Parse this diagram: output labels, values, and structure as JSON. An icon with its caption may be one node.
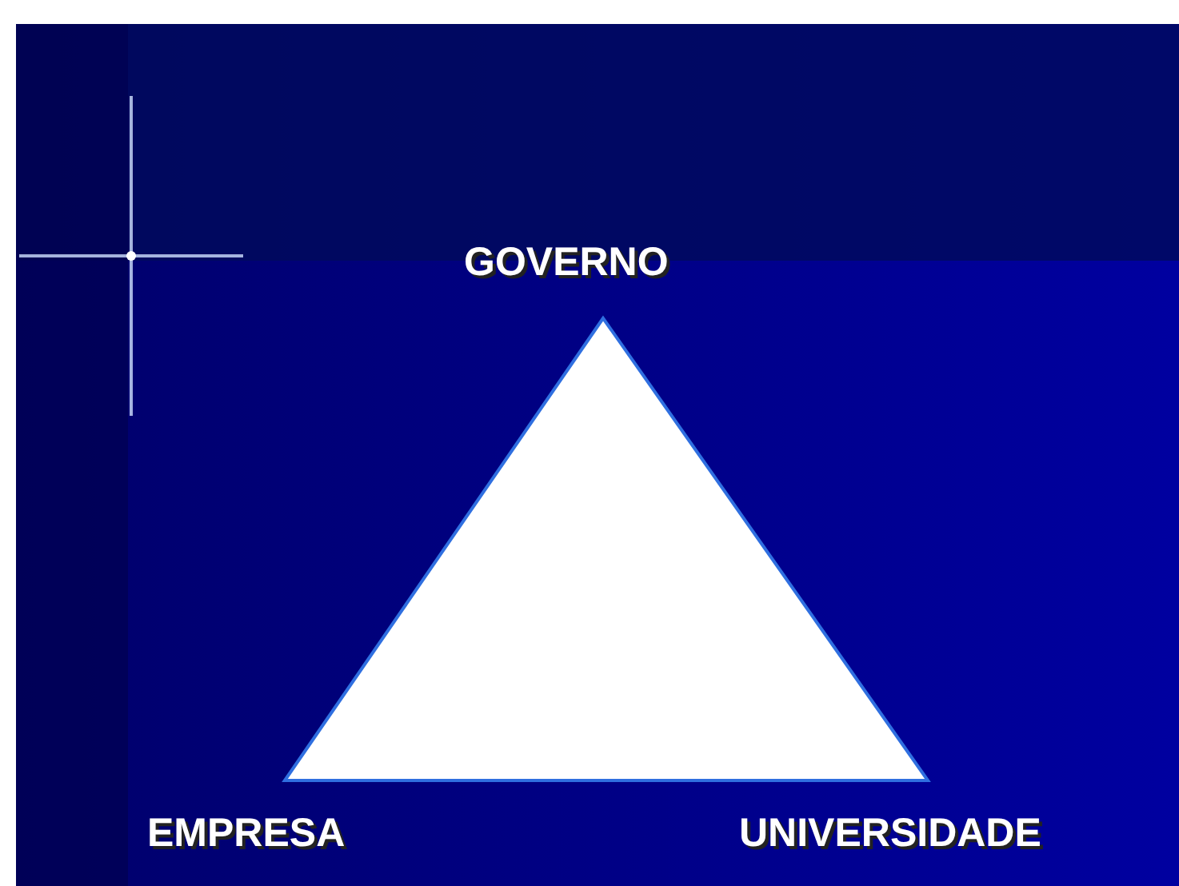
{
  "diagram": {
    "nodes": [
      {
        "text": [],
        "shape": "triangle"
      }
    ],
    "labels": [
      "GOVERNO",
      "EMPRESA",
      "UNIVERSIDADE"
    ]
  }
}
